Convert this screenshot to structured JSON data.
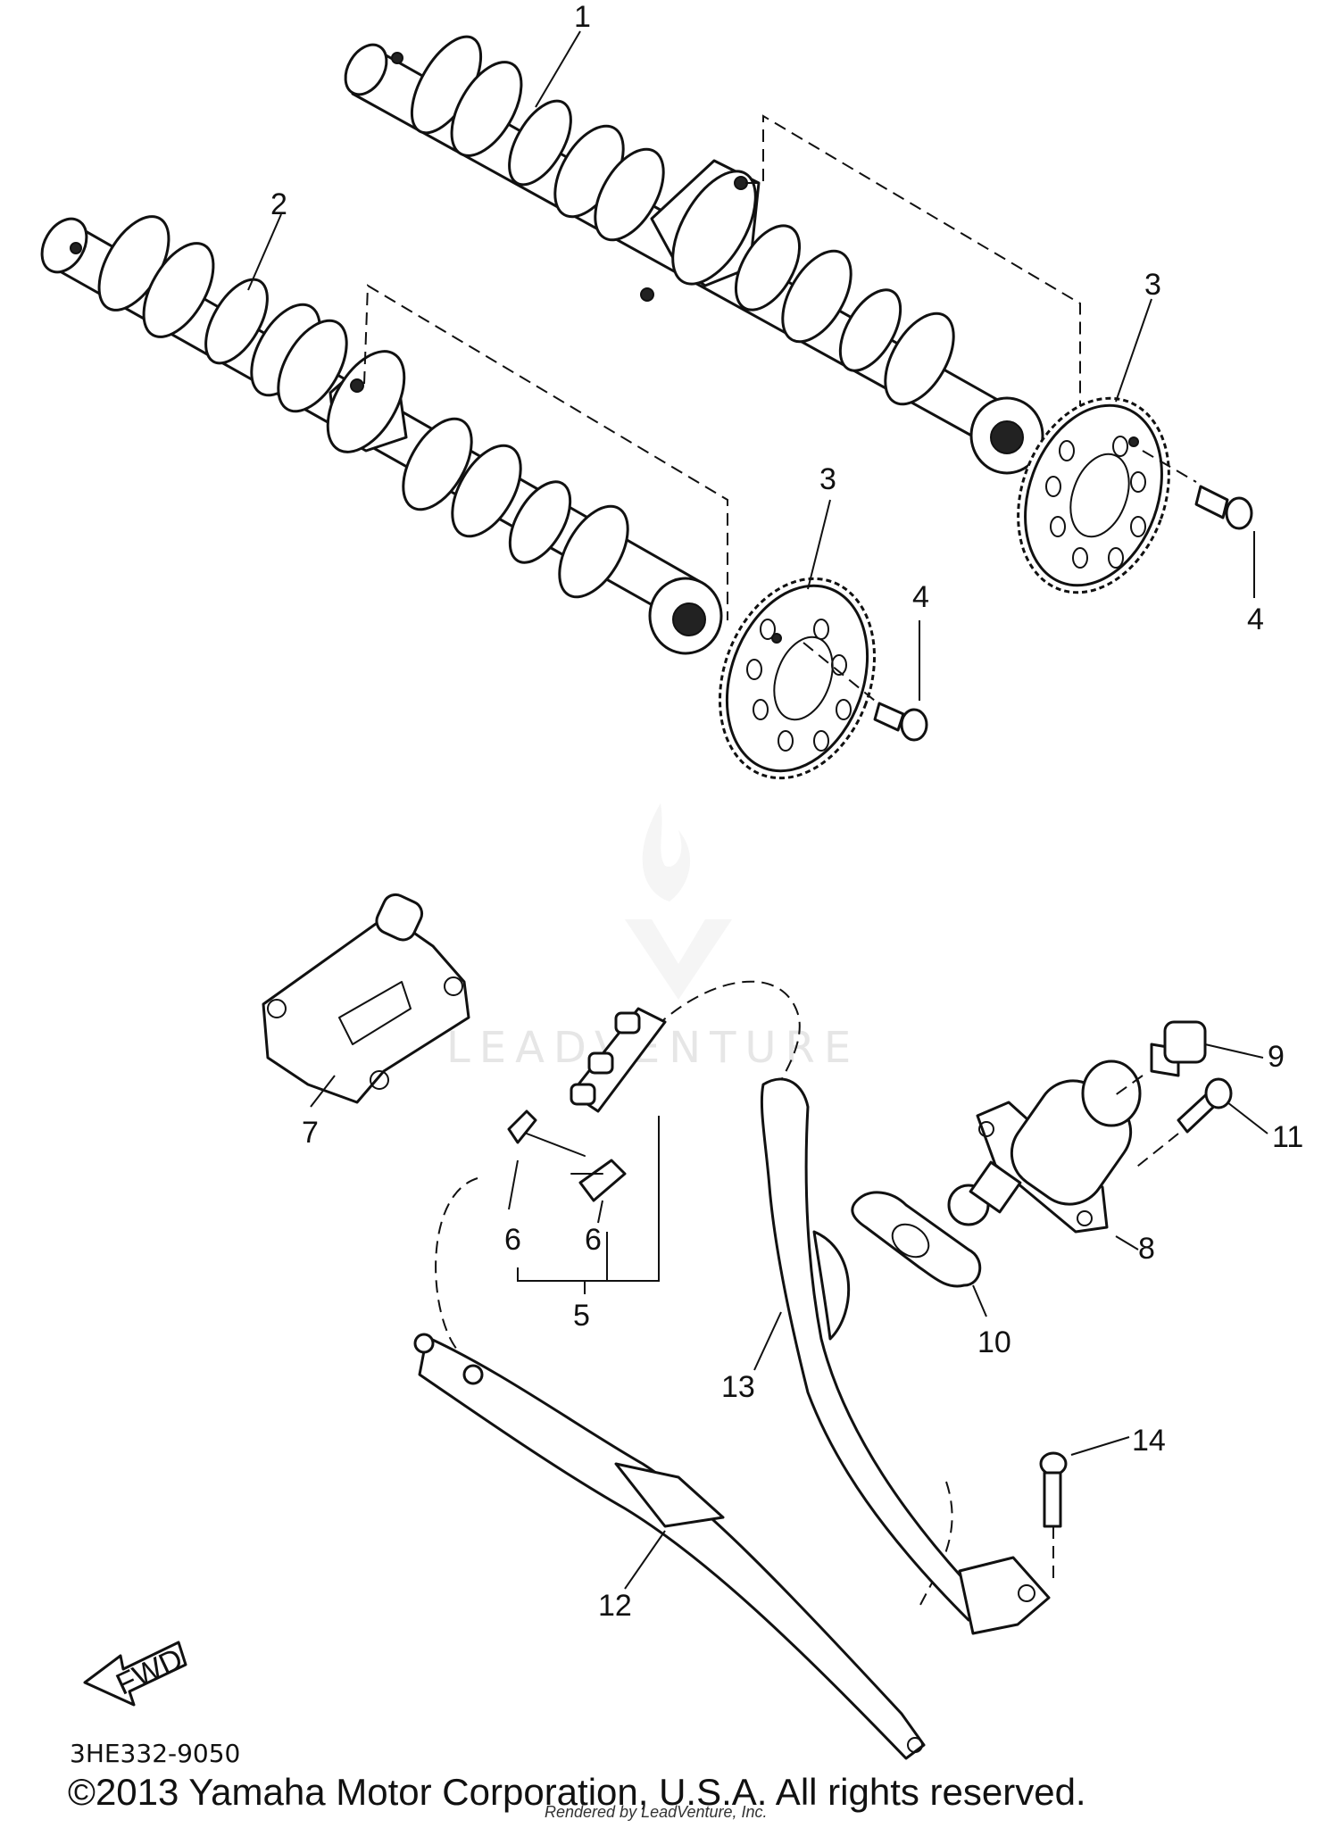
{
  "diagram": {
    "callouts": {
      "camshaft_upper": "1",
      "camshaft_lower": "2",
      "sprocket_upper": "3",
      "sprocket_lower": "3",
      "bolt_upper": "4",
      "bolt_lower": "4",
      "chain_assembly": "5",
      "chain_joint_left": "6",
      "chain_joint_right": "6",
      "guide_stopper": "7",
      "tensioner": "8",
      "tensioner_bolt": "9",
      "gasket": "10",
      "bolt_11": "11",
      "chain_guide_intake": "12",
      "chain_guide_exhaust": "13",
      "guide_bolt": "14"
    },
    "fwd_arrow": "FWD",
    "watermark": "LEADVENTURE"
  },
  "footer": {
    "diagram_code": "3HE332-9050",
    "copyright": "©2013 Yamaha Motor Corporation, U.S.A. All rights reserved.",
    "rendered_by": "Rendered by LeadVenture, Inc."
  }
}
